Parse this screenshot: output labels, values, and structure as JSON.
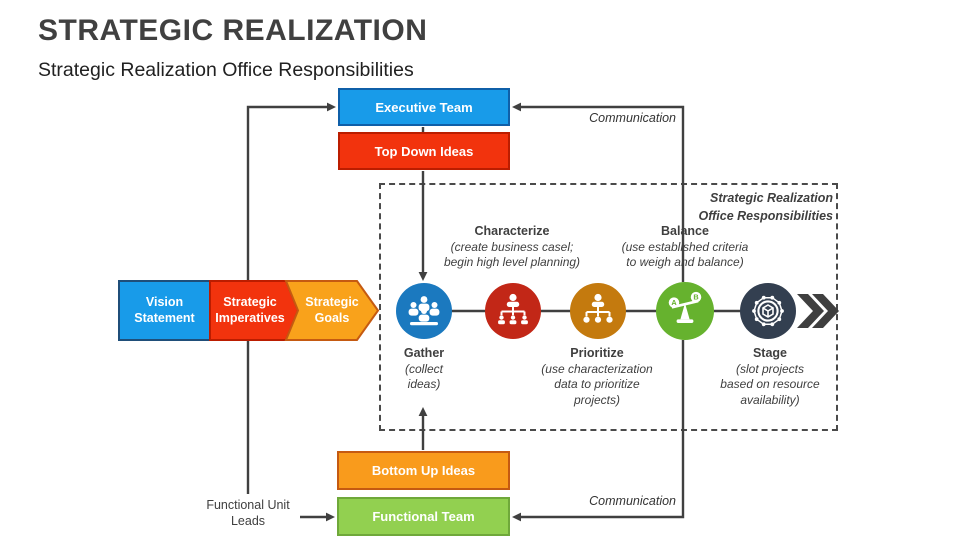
{
  "header": {
    "title": "STRATEGIC REALIZATION",
    "subtitle": "Strategic Realization Office Responsibilities"
  },
  "flow": {
    "executive_team": "Executive Team",
    "top_down_ideas": "Top Down Ideas",
    "bottom_up_ideas": "Bottom Up Ideas",
    "functional_team": "Functional Team",
    "functional_unit_leads": "Functional Unit\nLeads",
    "communication_top": "Communication",
    "communication_bottom": "Communication"
  },
  "strategy_chevrons": [
    {
      "label": "Vision Statement",
      "color": "#189BE9"
    },
    {
      "label": "Strategic Imperatives",
      "color": "#F2330D"
    },
    {
      "label": "Strategic Goals",
      "color": "#F9A21B"
    }
  ],
  "office": {
    "label": "Strategic Realization\nOffice Responsibilities",
    "balance_letters": {
      "left": "A",
      "right": "B"
    },
    "steps": [
      {
        "title": "Gather",
        "description": "(collect\nideas)",
        "icon": "crowd-icon",
        "color": "#1B79BF"
      },
      {
        "title": "Characterize",
        "description": "(create business casel;\nbegin high level planning)",
        "icon": "people-hierarchy-icon",
        "color": "#C22717"
      },
      {
        "title": "Prioritize",
        "description": "(use characterization\ndata to prioritize\nprojects)",
        "icon": "org-chart-icon",
        "color": "#C47A0E"
      },
      {
        "title": "Balance",
        "description": "(use established criteria\nto weigh and balance)",
        "icon": "balance-scale-icon",
        "color": "#66B22E"
      },
      {
        "title": "Stage",
        "description": "(slot projects\nbased on resource\navailability)",
        "icon": "cube-network-icon",
        "color": "#333F50"
      }
    ]
  }
}
